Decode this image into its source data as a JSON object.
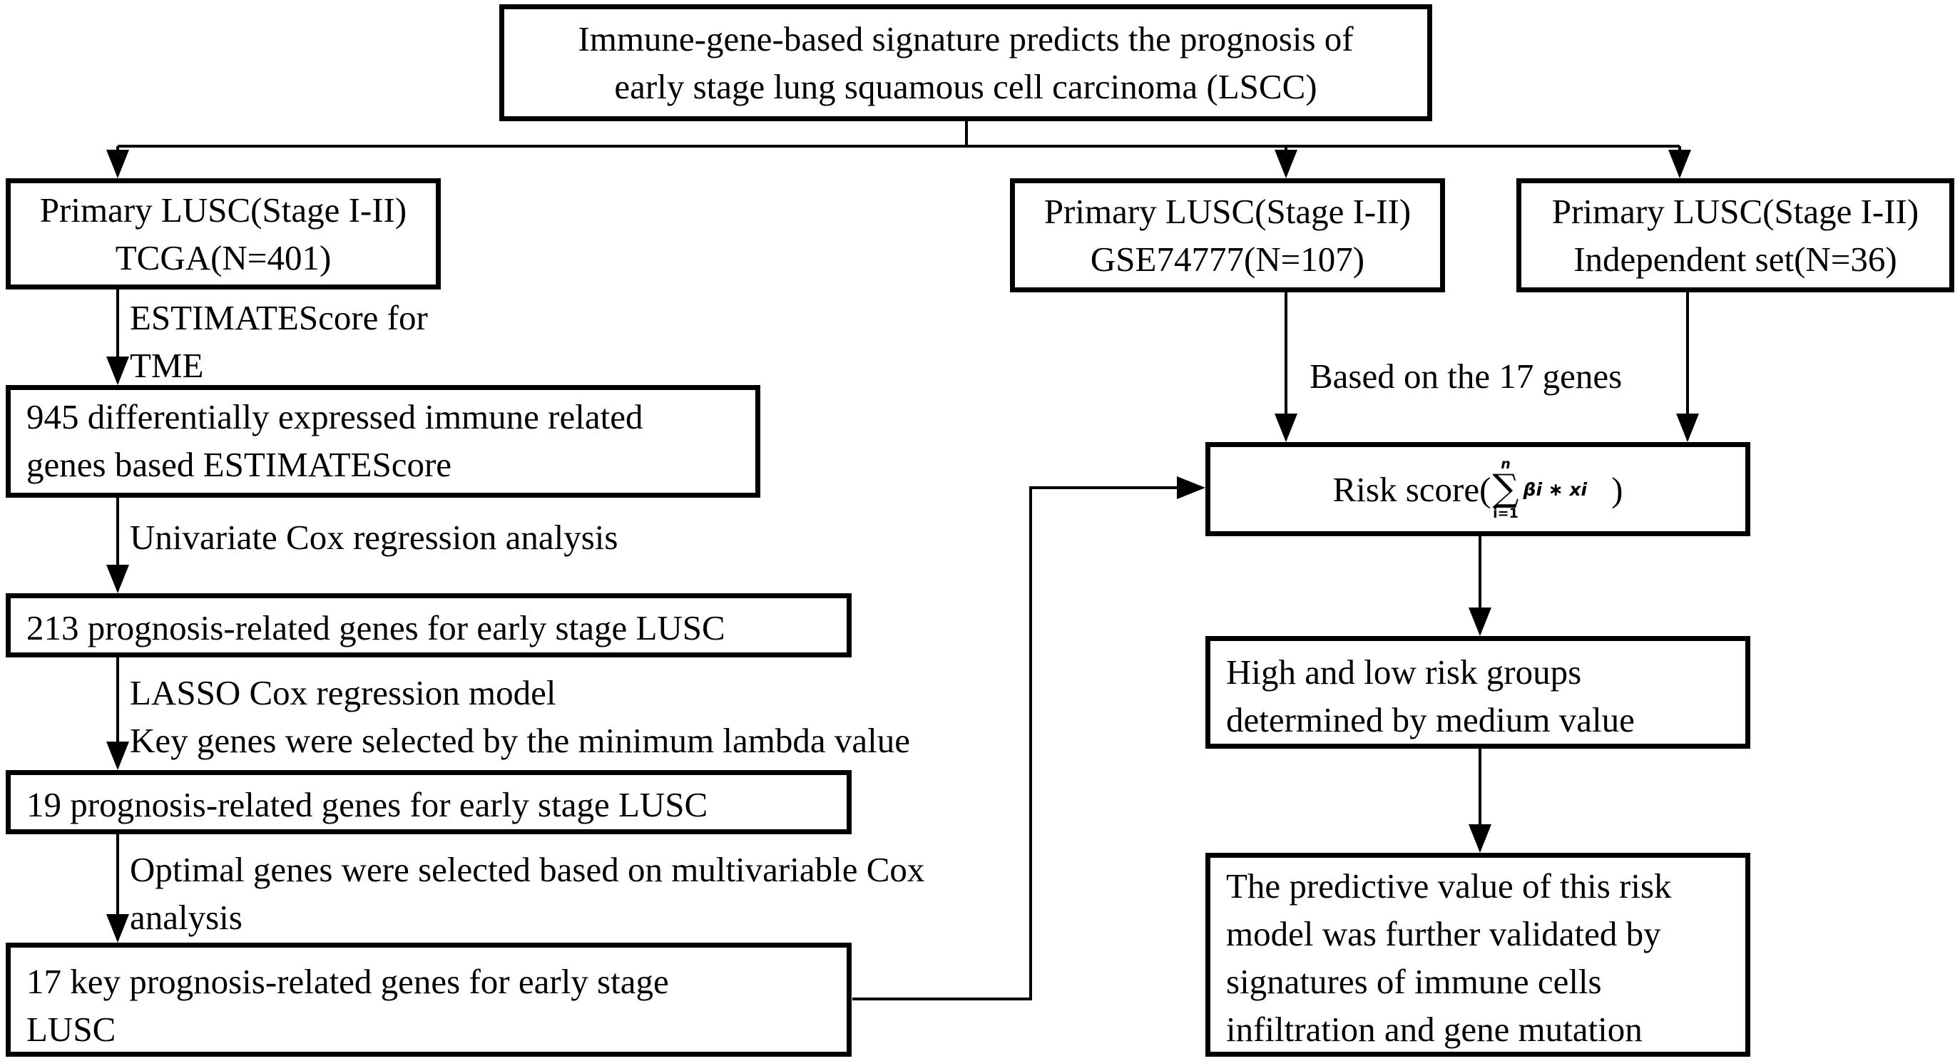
{
  "title_box": {
    "line1": "Immune-gene-based signature predicts the prognosis of",
    "line2": "early stage  lung squamous cell carcinoma (LSCC)"
  },
  "cohorts": {
    "tcga": {
      "line1": "Primary LUSC(Stage I-II)",
      "line2": "TCGA(N=401)"
    },
    "gse": {
      "line1": "Primary LUSC(Stage I-II)",
      "line2": "GSE74777(N=107)"
    },
    "independent": {
      "line1": "Primary LUSC(Stage I-II)",
      "line2": "Independent set(N=36)"
    }
  },
  "left_steps": {
    "estimate_label": {
      "line1": "ESTIMATEScore for",
      "line2": "TME"
    },
    "deg_box": {
      "line1": "945 differentially expressed immune related",
      "line2": "genes based ESTIMATEScore"
    },
    "univariate_label": "Univariate Cox regression analysis",
    "genes213_box": "213 prognosis-related genes for early stage LUSC",
    "lasso_label": {
      "line1": "LASSO Cox regression model",
      "line2": "Key genes were selected by the minimum lambda value"
    },
    "genes19_box": "19 prognosis-related genes for early stage LUSC",
    "multivariable_label": {
      "line1": "Optimal genes were selected based on multivariable Cox",
      "line2": "analysis"
    },
    "genes17_box": {
      "line1": "17 key prognosis-related genes for early stage",
      "line2": "LUSC"
    }
  },
  "right_steps": {
    "based_label": "Based on the 17 genes",
    "risk_score": {
      "prefix": "Risk score(",
      "sigma_upper": "n",
      "sigma": "∑",
      "sigma_lower": "i=1",
      "term": "βi ∗ xi",
      "suffix": ")"
    },
    "groups_box": {
      "line1": "High and low risk groups",
      "line2": "determined by medium value"
    },
    "validation_box": {
      "line1": "The predictive value of this risk",
      "line2": "model was further validated by",
      "line3": "signatures of  immune cells",
      "line4": "infiltration and gene mutation"
    }
  }
}
